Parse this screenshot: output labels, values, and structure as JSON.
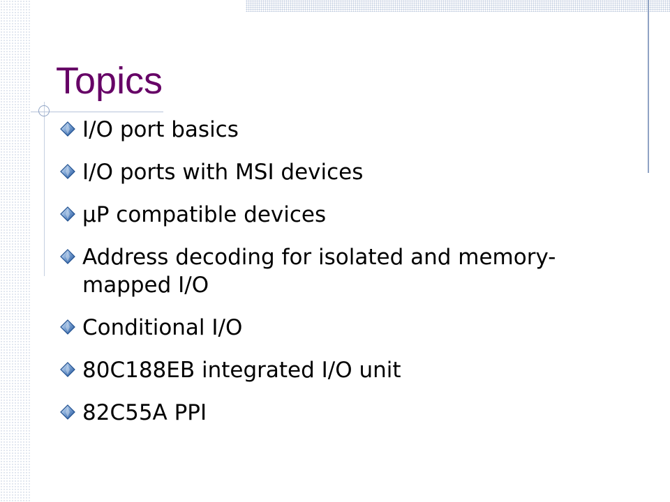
{
  "slide": {
    "title": "Topics",
    "bullets": [
      {
        "text": "I/O port basics"
      },
      {
        "text": "I/O ports with MSI devices"
      },
      {
        "text": "μP compatible devices"
      },
      {
        "text": "Address decoding for isolated and memory-mapped I/O"
      },
      {
        "text": "Conditional I/O"
      },
      {
        "text": "80C188EB integrated I/O unit"
      },
      {
        "text": "82C55A PPI"
      }
    ]
  },
  "colors": {
    "title": "#660066",
    "text": "#000000",
    "bullet_icon": "#2f63a8",
    "accent_lines": "#8fa3c4"
  },
  "icons": {
    "bullet": "diamond-bullet-icon",
    "decor": "ring-icon"
  }
}
